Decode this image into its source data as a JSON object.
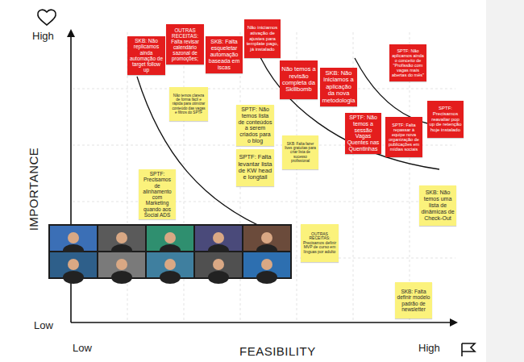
{
  "diagram": {
    "nodes": [
      {
        "text": [
          "SKB: Não replicamos ainda automação de target follow up"
        ]
      },
      {
        "text": [
          "OUTRAS RECEITAS: Falta revisar calendário sazonal de promoções;"
        ]
      },
      {
        "text": [
          "SKB: Falta esqueletar automação baseada em iscas"
        ]
      },
      {
        "text": [
          "Não iniciamos ativação de ajustes para template pago, já instalado"
        ]
      },
      {
        "text": [
          "Não temos a revisão completa da Skillbomb"
        ]
      },
      {
        "text": [
          "SKB: Não iniciamos a aplicação da nova metodologia"
        ]
      },
      {
        "text": [
          "SPTF: Não aplicamos ainda o conceito de \"Profissão com vagas mais abertas do mês\""
        ]
      },
      {
        "text": [
          "SPTF: Não temos a sessão Vagas Quentes nas Quentinhas"
        ]
      },
      {
        "text": [
          "SPTF: Falta repassar à equipe nova organização de publicações em mídias sociais"
        ]
      },
      {
        "text": [
          "SPTF: Precisamos reavaliar pop up de retenção hoje instalado"
        ]
      },
      {
        "text": [
          "Não temos clareza de forma fácil e rápida para otimizar conteúdo das vagas e filtros do SPTF"
        ]
      },
      {
        "text": [
          "SPTF: Não temos lista de conteúdos a serem criados para o blog"
        ]
      },
      {
        "text": [
          "SPTF: Falta levantar lista de KW head e longtail"
        ]
      },
      {
        "text": [
          "SKB: Falta fazer lives gratuitas para criar lista de sucesso profissional"
        ]
      },
      {
        "text": [
          "SPTF: Precisamos de alinhamento com Marketing quando aos Social ADS"
        ]
      },
      {
        "text": [
          "OUTRAS RECEITAS: Precisamos definir MVP de curso em línguas por adulto"
        ]
      },
      {
        "text": [
          "SKB: Não temos uma lista de dinâmicas de Check-Out"
        ]
      },
      {
        "text": [
          "SKB: Falta definir modelo padrão de newsletter"
        ]
      }
    ],
    "labels": [
      "High",
      "IMPORTANCE",
      "Low",
      "Low",
      "FEASIBILITY",
      "High"
    ]
  }
}
